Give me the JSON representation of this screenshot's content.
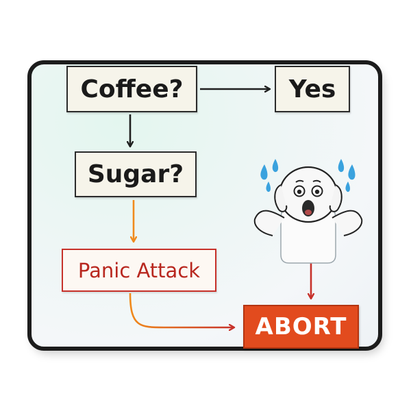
{
  "nodes": {
    "coffee": "Coffee?",
    "yes": "Yes",
    "sugar": "Sugar?",
    "panic": "Panic Attack",
    "abort": "ABORT"
  },
  "colors": {
    "box_border": "#2b2b2b",
    "panic_red": "#c7312a",
    "abort_orange": "#e24b1e",
    "arrow_black": "#1f1f1f",
    "arrow_orange": "#f08a1c",
    "arrow_red": "#c7312a",
    "mat_border": "#1c1c1c"
  },
  "illustration": {
    "figure": "panicking-figure-icon",
    "sweat_drops": "sweat-drops-icon"
  }
}
